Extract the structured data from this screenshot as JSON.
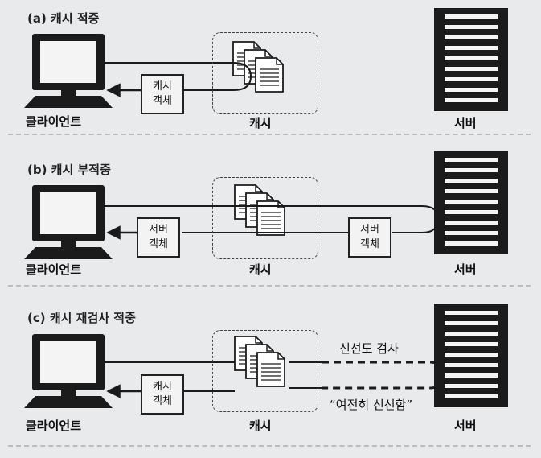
{
  "panels": [
    {
      "title": "(a) 캐시 적중",
      "client_label": "클라이언트",
      "cache_label": "캐시",
      "server_label": "서버",
      "object_label_1": "캐시",
      "object_label_2": "객체"
    },
    {
      "title": "(b) 캐시 부적중",
      "client_label": "클라이언트",
      "cache_label": "캐시",
      "server_label": "서버",
      "object_label_1": "서버",
      "object_label_2": "객체",
      "server_object_label_1": "서버",
      "server_object_label_2": "객체"
    },
    {
      "title": "(c) 캐시 재검사 적중",
      "client_label": "클라이언트",
      "cache_label": "캐시",
      "server_label": "서버",
      "object_label_1": "캐시",
      "object_label_2": "객체",
      "check_label": "신선도 검사",
      "fresh_label": "“여전히 신선함”"
    }
  ]
}
